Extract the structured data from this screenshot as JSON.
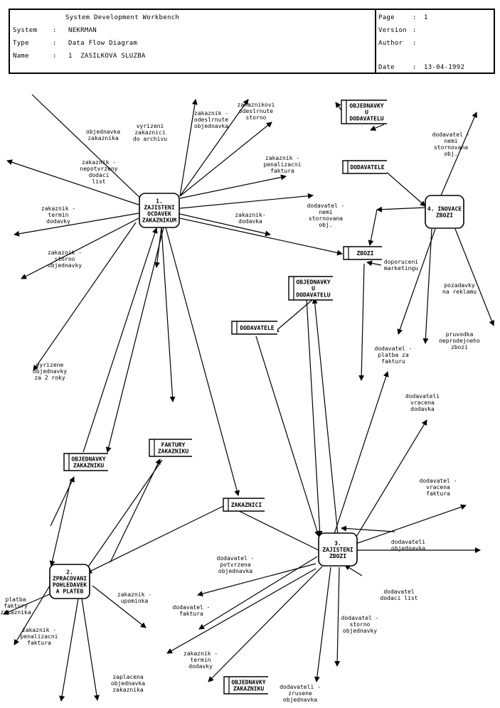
{
  "header": {
    "workbench": "System Development Workbench",
    "system_label": "System",
    "system_value": "NEKRMAN",
    "type_label": "Type",
    "type_value": "Data Flow Diagram",
    "name_label": "Name",
    "name_value": "1  ZASILKOVA SLUZBA",
    "page_label": "Page",
    "page_value": "1",
    "version_label": "Version",
    "version_value": "",
    "author_label": "Author",
    "author_value": "",
    "date_label": "Date",
    "date_value": "13-04-1992"
  },
  "processes": [
    {
      "id": "p1",
      "lines": [
        "1.",
        "ZAJISTENI",
        "OCDAVEK",
        "ZAKAZNIKUM"
      ]
    },
    {
      "id": "p2",
      "lines": [
        "2.",
        "ZPRACOVANI",
        "POHLEDAVEK",
        "A PLATEB"
      ]
    },
    {
      "id": "p3",
      "lines": [
        "3.",
        "ZAJISTENI",
        "ZBOZI"
      ]
    },
    {
      "id": "p4",
      "lines": [
        "4. INOVACE",
        "ZBOZI"
      ]
    }
  ],
  "stores": [
    {
      "id": "s_obj_dod_top",
      "lines": [
        "OBJEDNAVKY",
        "U",
        "DODAVATELU"
      ]
    },
    {
      "id": "s_dodavatele_top",
      "lines": [
        "DODAVATELE"
      ]
    },
    {
      "id": "s_zbozi",
      "lines": [
        "ZBOZI"
      ]
    },
    {
      "id": "s_obj_dod_mid",
      "lines": [
        "OBJEDNAVKY",
        "U",
        "DODAVATELU"
      ]
    },
    {
      "id": "s_dodavatele_mid",
      "lines": [
        "DODAVATELE"
      ]
    },
    {
      "id": "s_faktury",
      "lines": [
        "FAKTURY",
        "ZAKAZNIKU"
      ]
    },
    {
      "id": "s_obj_zak",
      "lines": [
        "OBJEDNAVKY",
        "ZAKAZNIKU"
      ]
    },
    {
      "id": "s_zakaznici",
      "lines": [
        "ZAKAZNICI"
      ]
    },
    {
      "id": "s_obj_zak_bottom",
      "lines": [
        "OBJEDNAVKY",
        "ZAKAZNIKU"
      ]
    }
  ],
  "flows": [
    {
      "id": "f1",
      "lines": [
        "objednavka",
        "zakaznika"
      ]
    },
    {
      "id": "f2",
      "lines": [
        "vyrizeni",
        "zakaznici",
        "do archivu"
      ]
    },
    {
      "id": "f3",
      "lines": [
        "zakaznik -",
        "odeslrnute",
        "objednavka"
      ]
    },
    {
      "id": "f4",
      "lines": [
        "zakaznikovi",
        "odeslrnute",
        "storno"
      ]
    },
    {
      "id": "f5",
      "lines": [
        "zakaznik -",
        "nepotvrzeny",
        "dodaci",
        "list"
      ]
    },
    {
      "id": "f6",
      "lines": [
        "zakaznik -",
        "penalizacni",
        "faktura"
      ]
    },
    {
      "id": "f7",
      "lines": [
        "zakaznik -",
        "termin",
        "dodavky"
      ]
    },
    {
      "id": "f8",
      "lines": [
        "dodavatel -",
        "nemi",
        "stornovana",
        "obj."
      ]
    },
    {
      "id": "f9",
      "lines": [
        "zakaznik-",
        "dodavka"
      ]
    },
    {
      "id": "f10",
      "lines": [
        "zakaznik -",
        "storno",
        "objednavky"
      ]
    },
    {
      "id": "f11",
      "lines": [
        "vyrizene",
        "objednavky",
        "za 2 roky"
      ]
    },
    {
      "id": "f12",
      "lines": [
        "dodavatel -",
        "nemi",
        "stornovana",
        "obj."
      ]
    },
    {
      "id": "f13",
      "lines": [
        "doporuceni",
        "marketingu"
      ]
    },
    {
      "id": "f14",
      "lines": [
        "pozadavky",
        "na reklamu"
      ]
    },
    {
      "id": "f15",
      "lines": [
        "pruvodka",
        "neprodejneho",
        "zbozi"
      ]
    },
    {
      "id": "f16",
      "lines": [
        "dodavatel -",
        "platba za",
        "fakturu"
      ]
    },
    {
      "id": "f17",
      "lines": [
        "dodavateli",
        "vracena",
        "dodavka"
      ]
    },
    {
      "id": "f18",
      "lines": [
        "dodavatel -",
        "vracena",
        "faktura"
      ]
    },
    {
      "id": "f19",
      "lines": [
        "dodavateli",
        "objednavka"
      ]
    },
    {
      "id": "f20",
      "lines": [
        "dodavatel -",
        "potvrzena",
        "objednavka"
      ]
    },
    {
      "id": "f21",
      "lines": [
        "dodavatel -",
        "faktura"
      ]
    },
    {
      "id": "f22",
      "lines": [
        "dodavatel",
        "dodaci list"
      ]
    },
    {
      "id": "f23",
      "lines": [
        "dodavatel -",
        "storno",
        "objednavky"
      ]
    },
    {
      "id": "f24",
      "lines": [
        "zakaznik -",
        "termin",
        "dodavky"
      ]
    },
    {
      "id": "f25",
      "lines": [
        "dodavateli -",
        "zrusene",
        "objednavka"
      ]
    },
    {
      "id": "f26",
      "lines": [
        "zakaznik -",
        "upominka"
      ]
    },
    {
      "id": "f27",
      "lines": [
        "platba",
        "faktury",
        "zakaznika"
      ]
    },
    {
      "id": "f28",
      "lines": [
        "zakaznik -",
        "penalizacni",
        "faktura"
      ]
    },
    {
      "id": "f29",
      "lines": [
        "zaplacena",
        "objednavka",
        "zakaznika"
      ]
    }
  ]
}
